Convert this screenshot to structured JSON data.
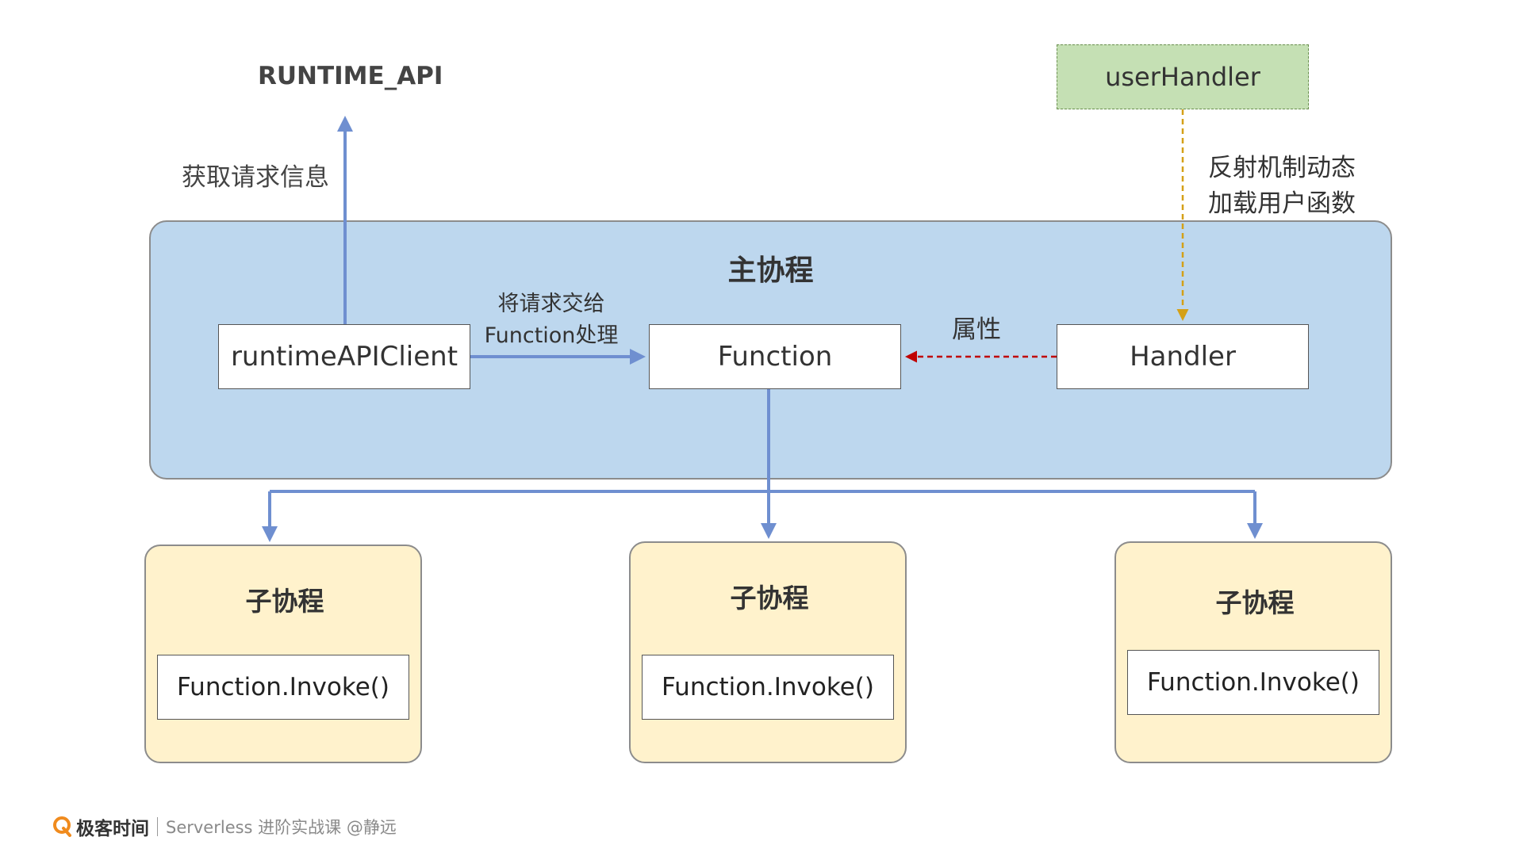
{
  "diagram": {
    "runtime_api": "RUNTIME_API",
    "get_request_label": "获取请求信息",
    "user_handler": "userHandler",
    "reflection_label_line1": "反射机制动态",
    "reflection_label_line2": "加载用户函数",
    "main_coroutine": {
      "title": "主协程",
      "runtime_client": "runtimeAPIClient",
      "function": "Function",
      "handler": "Handler",
      "dispatch_label_line1": "将请求交给",
      "dispatch_label_line2": "Function处理",
      "attribute_label": "属性"
    },
    "child_coroutines": [
      {
        "title": "子协程",
        "invoke": "Function.Invoke()"
      },
      {
        "title": "子协程",
        "invoke": "Function.Invoke()"
      },
      {
        "title": "子协程",
        "invoke": "Function.Invoke()"
      }
    ],
    "colors": {
      "main_panel": "#bdd7ee",
      "child_panel": "#fff2cc",
      "user_handler": "#c5e0b4",
      "arrow_blue": "#6f8fd0",
      "arrow_red": "#c00000",
      "arrow_gold": "#d4a017",
      "logo_orange": "#f08b1e"
    }
  },
  "footer": {
    "brand": "极客时间",
    "course": "Serverless 进阶实战课 @静远"
  }
}
